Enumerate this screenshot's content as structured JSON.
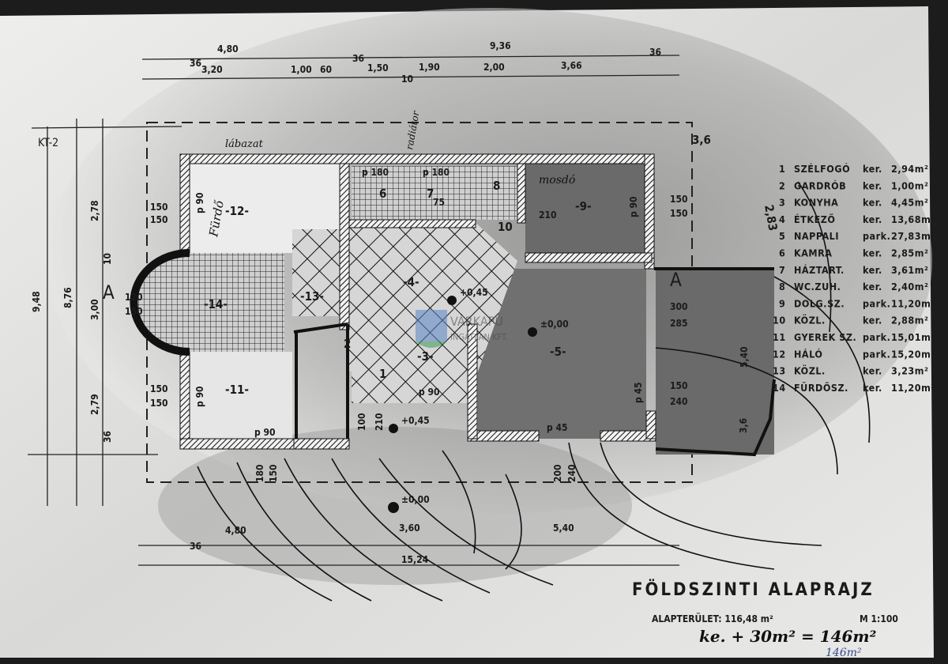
{
  "title": "FÖLDSZINTI ALAPRAJZ",
  "floor_area": "ALAPTERÜLET: 116,48 m²",
  "scale": "M 1:100",
  "handwritten_total": "ke. + 30m² = 146m²",
  "handwritten_correction": "146m²",
  "watermark": {
    "line1": "VÁRKAPU",
    "line2": "INGATLAN KFT."
  },
  "room_schedule": [
    {
      "no": "1",
      "name": "SZÉLFOGÓ",
      "floor": "ker.",
      "area": "2,94m²"
    },
    {
      "no": "2",
      "name": "GARDRÓB",
      "floor": "ker.",
      "area": "1,00m²"
    },
    {
      "no": "3",
      "name": "KONYHA",
      "floor": "ker.",
      "area": "4,45m²"
    },
    {
      "no": "4",
      "name": "ÉTKEZŐ",
      "floor": "ker.",
      "area": "13,68m²"
    },
    {
      "no": "5",
      "name": "NAPPALI",
      "floor": "park.",
      "area": "27,83m²"
    },
    {
      "no": "6",
      "name": "KAMRA",
      "floor": "ker.",
      "area": "2,85m²"
    },
    {
      "no": "7",
      "name": "HÁZTART.",
      "floor": "ker.",
      "area": "3,61m²"
    },
    {
      "no": "8",
      "name": "WC.ZUH.",
      "floor": "ker.",
      "area": "2,40m²"
    },
    {
      "no": "9",
      "name": "DOLG.SZ.",
      "floor": "park.",
      "area": "11,20m²"
    },
    {
      "no": "10",
      "name": "KÖZL.",
      "floor": "ker.",
      "area": "2,88m²"
    },
    {
      "no": "11",
      "name": "GYEREK SZ.",
      "floor": "park.",
      "area": "15,01m²"
    },
    {
      "no": "12",
      "name": "HÁLÓ",
      "floor": "park.",
      "area": "15,20m²"
    },
    {
      "no": "13",
      "name": "KÖZL.",
      "floor": "ker.",
      "area": "3,23m²"
    },
    {
      "no": "14",
      "name": "FÜRDŐSZ.",
      "floor": "ker.",
      "area": "11,20m²"
    }
  ],
  "plan_labels": {
    "r12": "-12-",
    "r14": "-14-",
    "r11": "-11-",
    "r13": "-13-",
    "r4": "-4-",
    "r9": "-9-",
    "r5": "-5-",
    "r3": "-3-",
    "r10": "10",
    "r6": "6",
    "r7": "7",
    "r8": "8",
    "r1": "1",
    "r2": "2",
    "section_a": "A",
    "kt2": "KT-2"
  },
  "levels": {
    "l1": "+0,45",
    "l2": "±0,00",
    "l3": "±0,00",
    "l4": "+0,45"
  },
  "dims_top": {
    "overall_left": "4,80",
    "overall_right": "9,36",
    "a": "36",
    "b": "3,20",
    "c": "1,00",
    "d": "60",
    "e": "36",
    "f": "1,50",
    "g": "10",
    "h": "1,90",
    "i": "2,00",
    "j": "3,66",
    "k": "36"
  },
  "dims_bottom": {
    "a": "4,80",
    "b": "3,60",
    "c": "5,40",
    "total": "15,24",
    "w": "36"
  },
  "dims_left": {
    "total": "9,48",
    "inner": "8,76",
    "a": "2,78",
    "b": "10",
    "c": "3,00",
    "d": "2,79",
    "e": "36"
  },
  "openings": {
    "p90": "p 90",
    "p45": "p 45",
    "p180": "p 180",
    "w150": "150",
    "w120": "120",
    "w300": "300",
    "w285": "285",
    "w240": "240",
    "w210": "210",
    "w200": "200",
    "w100": "100",
    "w75": "75",
    "w180": "180",
    "w540": "5,40",
    "w283": "2,83",
    "w36": "3,6"
  },
  "handwritten_notes": {
    "furdo": "Fürdő",
    "labazat": "lábazat",
    "mosdo": "mosdó",
    "radiator": "radiátor"
  }
}
